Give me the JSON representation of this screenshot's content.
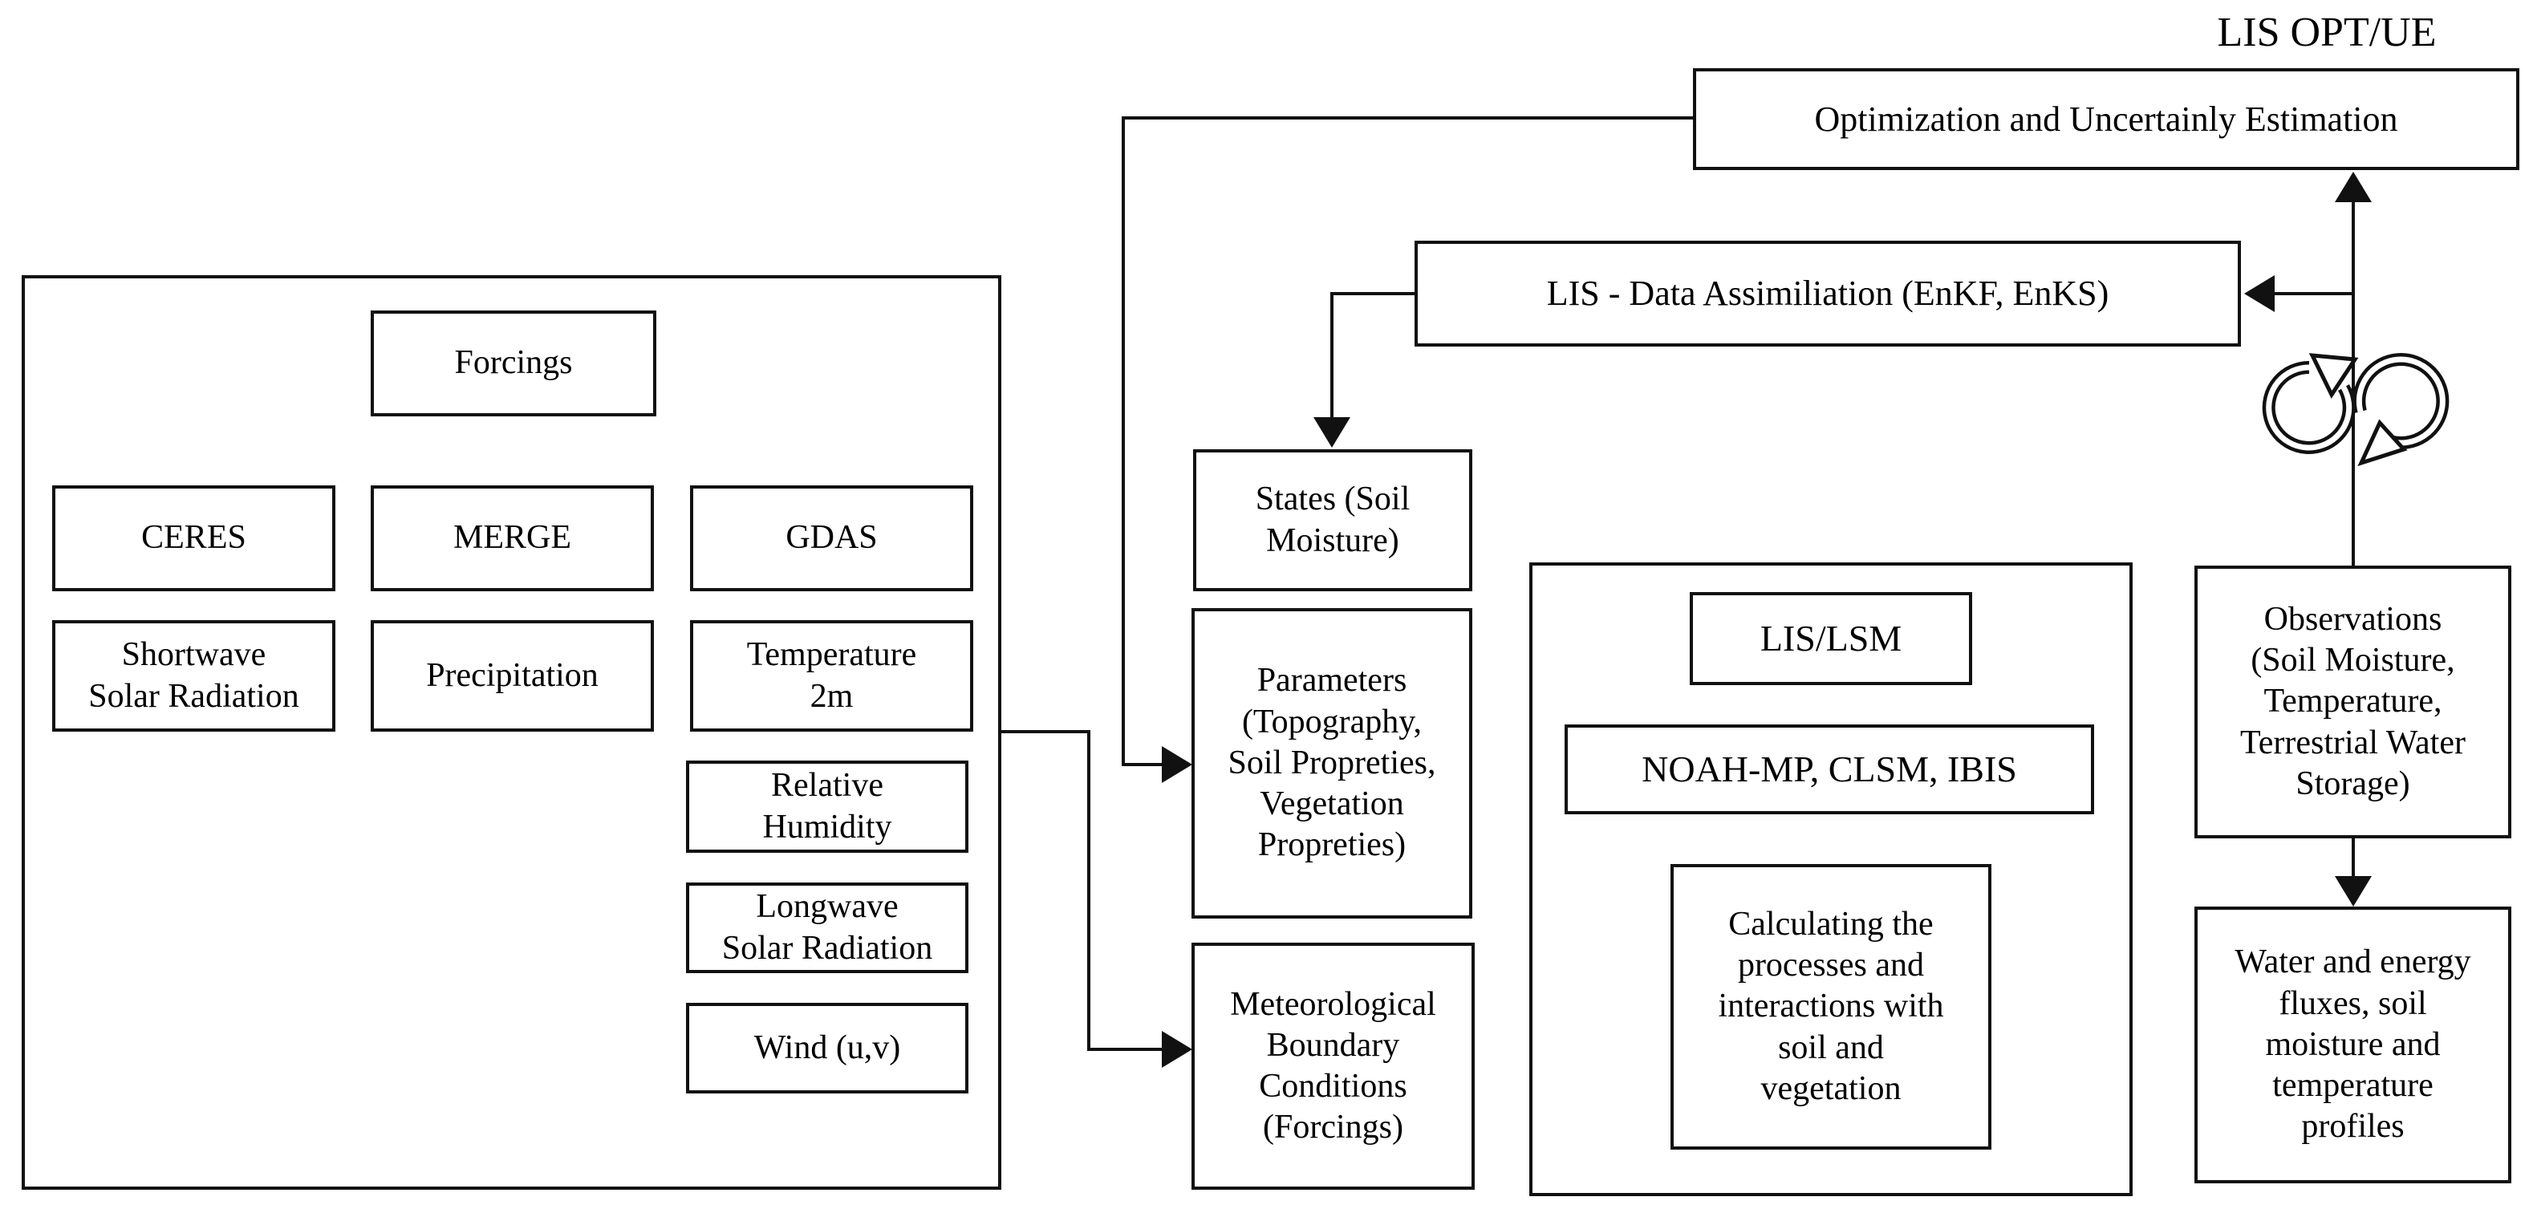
{
  "diagram": {
    "corner_label": "LIS OPT/UE",
    "nodes": {
      "optimization": {
        "label": "Optimization and Uncertainly Estimation"
      },
      "data_assimilation": {
        "label": "LIS - Data Assimiliation (EnKF, EnKS)"
      },
      "forcings": {
        "label": "Forcings"
      },
      "ceres": {
        "label": "CERES"
      },
      "merge": {
        "label": "MERGE"
      },
      "gdas": {
        "label": "GDAS"
      },
      "shortwave": {
        "label": "Shortwave\nSolar Radiation"
      },
      "precipitation": {
        "label": "Precipitation"
      },
      "temperature_2m": {
        "label": "Temperature\n2m"
      },
      "relative_humidity": {
        "label": "Relative\nHumidity"
      },
      "longwave": {
        "label": "Longwave\nSolar Radiation"
      },
      "wind": {
        "label": "Wind (u,v)"
      },
      "states": {
        "label": "States (Soil\nMoisture)"
      },
      "parameters": {
        "label": "Parameters\n(Topography,\nSoil Propreties,\nVegetation\nPropreties)"
      },
      "meteorological": {
        "label": "Meteorological\nBoundary\nConditions\n(Forcings)"
      },
      "lis_lsm": {
        "label": "LIS/LSM"
      },
      "lsm_models": {
        "label": "NOAH-MP, CLSM, IBIS"
      },
      "calculating": {
        "label": "Calculating the\nprocesses and\ninteractions with\nsoil and\nvegetation"
      },
      "observations": {
        "label": "Observations\n(Soil Moisture,\nTemperature,\nTerrestrial Water\nStorage)"
      },
      "fluxes": {
        "label": "Water and energy\nfluxes, soil\nmoisture and\ntemperature\nprofiles"
      }
    },
    "icons": {
      "cycle_left": "cycle-arrow-clockwise-icon",
      "cycle_right": "cycle-arrow-clockwise-icon"
    },
    "colors": {
      "line": "#111111",
      "box_border": "#111111",
      "text": "#000000",
      "background": "#ffffff"
    }
  }
}
